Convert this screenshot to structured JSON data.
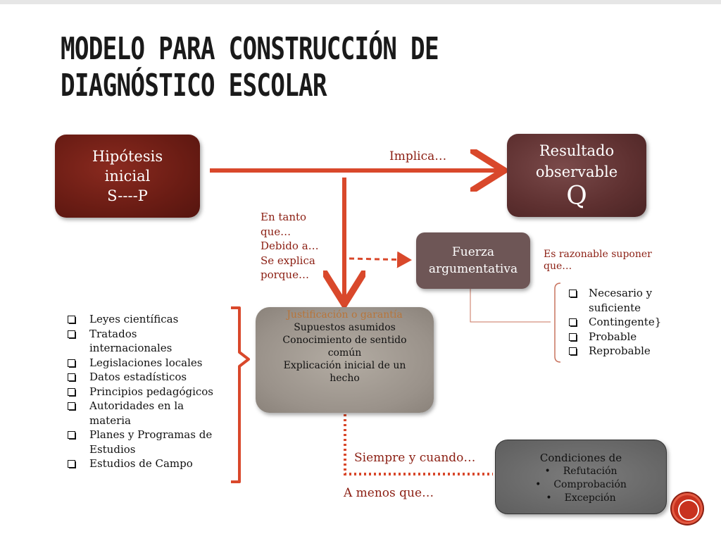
{
  "title": "MODELO PARA CONSTRUCCIÓN DE DIAGNÓSTICO ESCOLAR",
  "boxes": {
    "hipotesis": {
      "line1": "Hipótesis",
      "line2": "inicial",
      "line3": "S----P"
    },
    "resultado": {
      "line1": "Resultado",
      "line2": "observable",
      "line3": "Q"
    },
    "fuerza": {
      "line1": "Fuerza",
      "line2": "argumentativa"
    },
    "justificacion": {
      "head": "Justificación o garantía",
      "lines": [
        "Supuestos asumidos",
        "Conocimiento de sentido",
        "común",
        "Explicación inicial de un",
        "hecho"
      ]
    },
    "condiciones": {
      "head": "Condiciones de",
      "items": [
        "Refutación",
        "Comprobación",
        "Excepción"
      ]
    }
  },
  "labels": {
    "implica": "Implica…",
    "en_tanto": [
      "En tanto",
      "que…",
      "Debido a…",
      "Se explica",
      "porque…"
    ],
    "razonable": [
      "Es razonable suponer",
      "que…"
    ],
    "siempre": "Siempre y cuando…",
    "a_menos": "A menos que…"
  },
  "left_list": [
    "Leyes científicas",
    "Tratados internacionales",
    "Legislaciones locales",
    "Datos estadísticos",
    "Principios pedagógicos",
    "Autoridades en la materia",
    "Planes y Programas de Estudios",
    "Estudios de Campo"
  ],
  "right_list": [
    "Necesario y suficiente",
    "Contingente}",
    "Probable",
    "Reprobable"
  ],
  "colors": {
    "arrow": "#d9482b",
    "label_text": "#8b1e12",
    "connector": "#c8735e"
  },
  "icons": {
    "corner": "red-circle-icon"
  }
}
